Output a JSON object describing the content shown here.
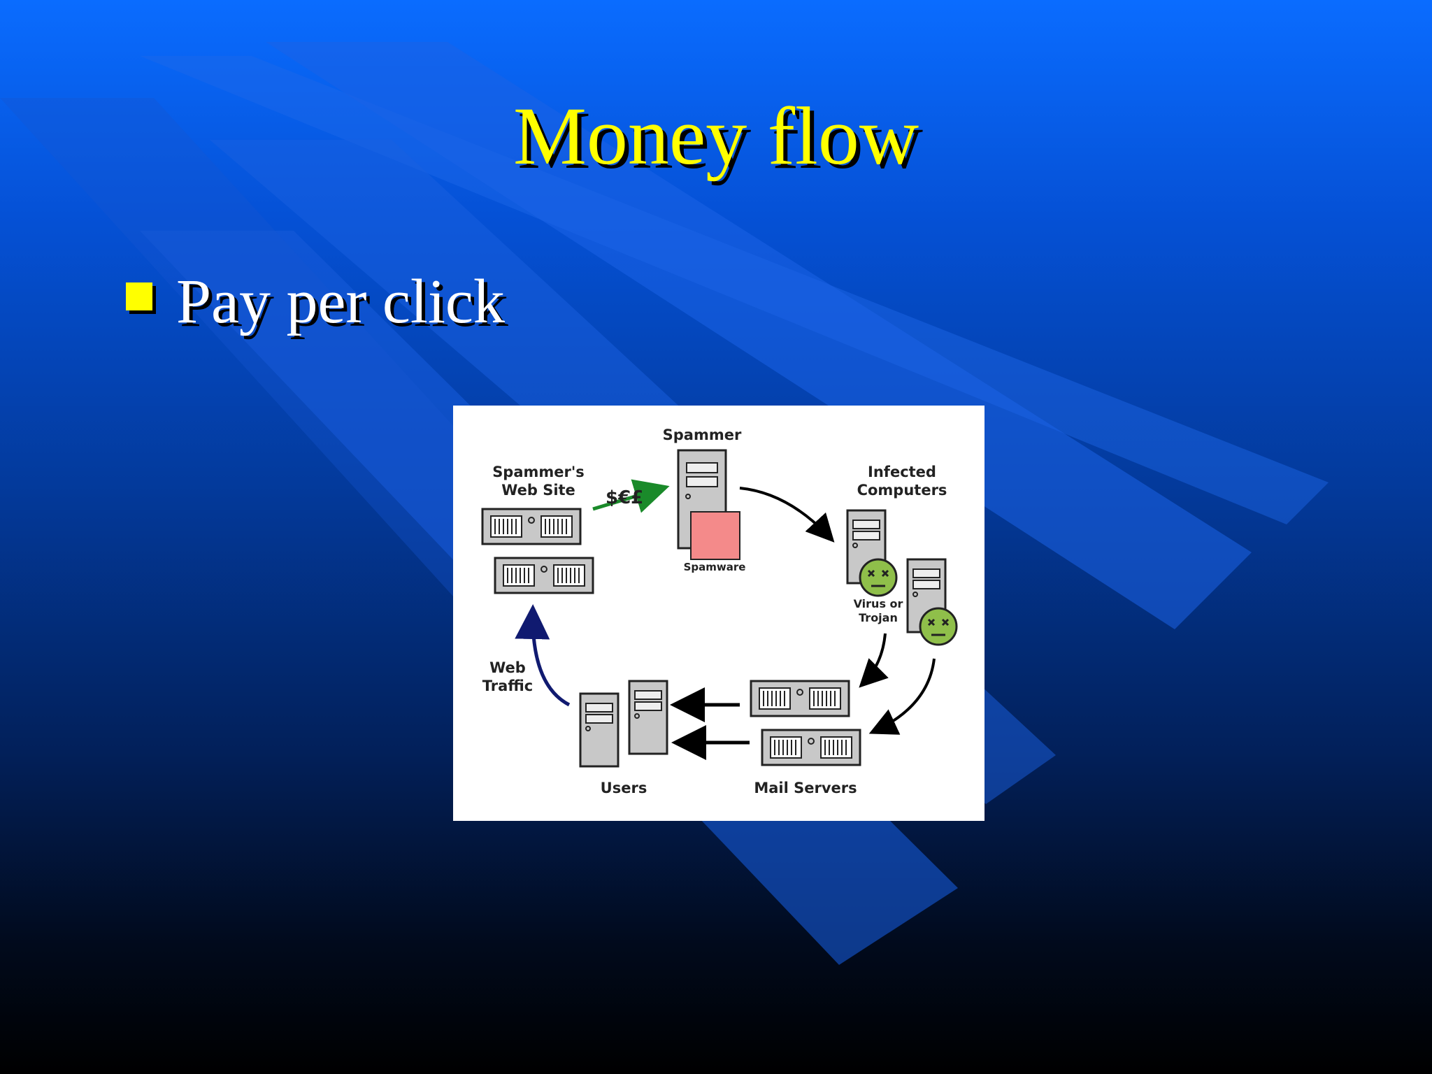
{
  "slide": {
    "title": "Money flow",
    "bullets": [
      {
        "text": "Pay per click"
      }
    ]
  },
  "diagram": {
    "labels": {
      "spammer": "Spammer",
      "spammers_site_line1": "Spammer's",
      "spammers_site_line2": "Web Site",
      "infected_line1": "Infected",
      "infected_line2": "Computers",
      "spamware": "Spamware",
      "virus_line1": "Virus or",
      "virus_line2": "Trojan",
      "web_traffic_line1": "Web",
      "web_traffic_line2": "Traffic",
      "users": "Users",
      "mail_servers": "Mail Servers",
      "money": "$€£"
    },
    "colors": {
      "money_arrow": "#1a8a2a",
      "web_traffic_arrow": "#101a70",
      "spamware": "#f48a8a",
      "infected_face": "#8fbf4a"
    }
  },
  "theme": {
    "title_color": "#ffff00",
    "bullet_color": "#ffff00",
    "text_color": "#ffffff"
  }
}
